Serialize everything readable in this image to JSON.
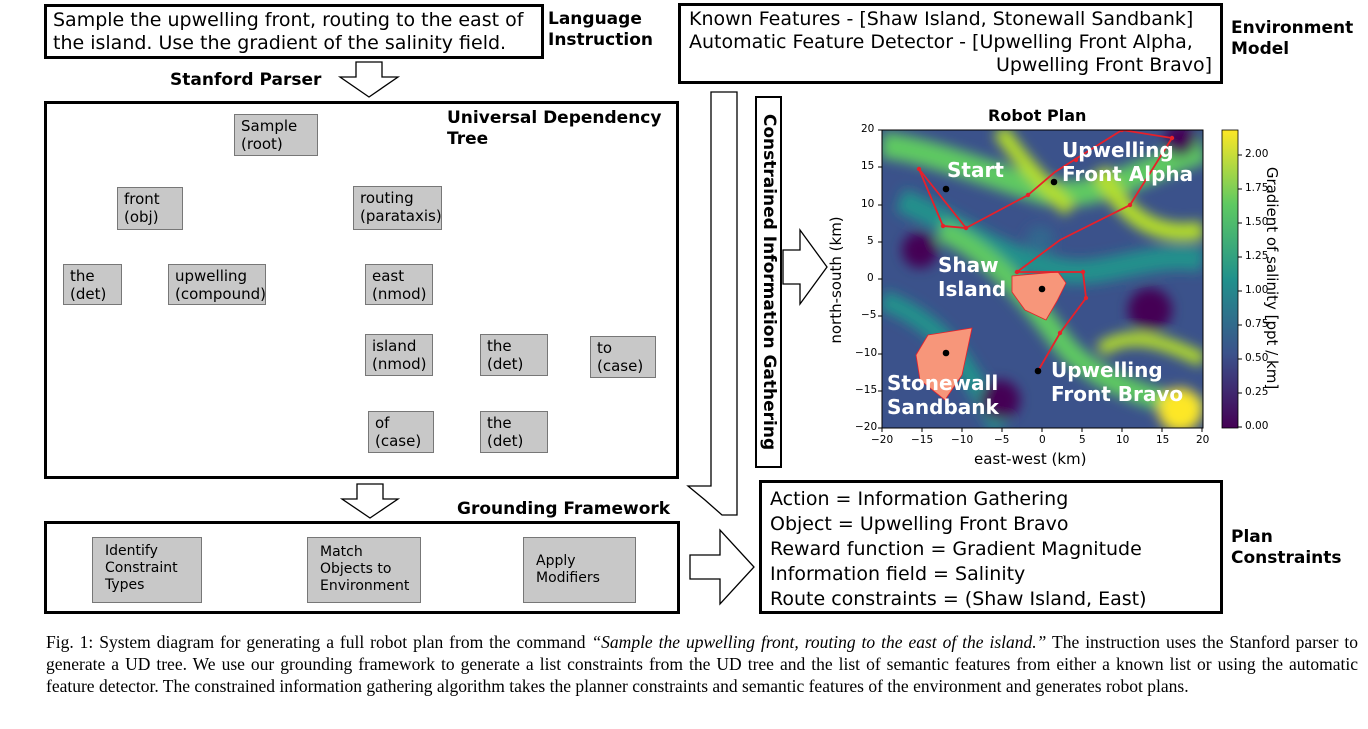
{
  "instruction": {
    "line1": "Sample the upwelling front, routing to the east of",
    "line2": "the island. Use the gradient of the salinity field.",
    "label_l1": "Language",
    "label_l2": "Instruction"
  },
  "parser_label": "Stanford Parser",
  "ud_tree": {
    "label_l1": "Universal Dependency",
    "label_l2": "Tree",
    "nodes": [
      {
        "id": "sample",
        "word": "Sample",
        "rel": "(root)"
      },
      {
        "id": "front",
        "word": "front",
        "rel": "(obj)"
      },
      {
        "id": "routing",
        "word": "routing",
        "rel": "(parataxis)"
      },
      {
        "id": "the1",
        "word": "the",
        "rel": "(det)"
      },
      {
        "id": "upwelling",
        "word": "upwelling",
        "rel": "(compound)"
      },
      {
        "id": "east",
        "word": "east",
        "rel": "(nmod)"
      },
      {
        "id": "island",
        "word": "island",
        "rel": "(nmod)"
      },
      {
        "id": "the2",
        "word": "the",
        "rel": "(det)"
      },
      {
        "id": "to",
        "word": "to",
        "rel": "(case)"
      },
      {
        "id": "of",
        "word": "of",
        "rel": "(case)"
      },
      {
        "id": "the3",
        "word": "the",
        "rel": "(det)"
      }
    ]
  },
  "environment": {
    "line1": "Known Features - [Shaw Island, Stonewall Sandbank]",
    "line2": "Automatic Feature Detector - [Upwelling Front Alpha,",
    "line3": "Upwelling Front Bravo]",
    "label_l1": "Environment",
    "label_l2": "Model"
  },
  "cig_label": "Constrained Information Gathering",
  "grounding": {
    "label": "Grounding Framework",
    "steps": [
      {
        "l1": "Identify",
        "l2": "Constraint",
        "l3": "Types"
      },
      {
        "l1": "Match",
        "l2": "Objects to",
        "l3": "Environment"
      },
      {
        "l1": "Apply",
        "l2": "Modifiers",
        "l3": ""
      }
    ]
  },
  "plan_constraints": {
    "lines": [
      "Action = Information Gathering",
      "Object = Upwelling Front Bravo",
      "Reward function = Gradient Magnitude",
      "Information field = Salinity",
      "Route constraints = (Shaw Island, East)"
    ],
    "label_l1": "Plan",
    "label_l2": "Constraints"
  },
  "robot_plan": {
    "title": "Robot Plan",
    "xlabel": "east-west (km)",
    "ylabel": "north-south (km)",
    "colorbar_label": "Gradient of salinity [ppt / km]",
    "x_ticks": [
      "−20",
      "−15",
      "−10",
      "−5",
      "0",
      "5",
      "10",
      "15",
      "20"
    ],
    "y_ticks": [
      "20",
      "15",
      "10",
      "5",
      "0",
      "−5",
      "−10",
      "−15",
      "−20"
    ],
    "cbar_ticks": [
      "2.00",
      "1.75",
      "1.50",
      "1.25",
      "1.00",
      "0.75",
      "0.50",
      "0.25",
      "0.00"
    ],
    "labels": {
      "start": "Start",
      "alpha_l1": "Upwelling",
      "alpha_l2": "Front Alpha",
      "shaw_l1": "Shaw",
      "shaw_l2": "Island",
      "stonewall_l1": "Stonewall",
      "stonewall_l2": "Sandbank",
      "bravo_l1": "Upwelling",
      "bravo_l2": "Front Bravo"
    },
    "colors": {
      "route": "#e8202a",
      "island": "#f7967a",
      "low": "#440154",
      "mid": "#21918c",
      "high": "#fde725"
    }
  },
  "caption": {
    "prefix": "Fig. 1: System diagram for generating a full robot plan from the command ",
    "quote": "“Sample the upwelling front, routing to the east of the island.”",
    "rest": " The instruction uses the Stanford parser to generate a UD tree. We use our grounding framework to generate a list constraints from the UD tree and the list of semantic features from either a known list or using the automatic feature detector. The constrained information gathering algorithm takes the planner constraints and semantic features of the environment and generates robot plans."
  }
}
